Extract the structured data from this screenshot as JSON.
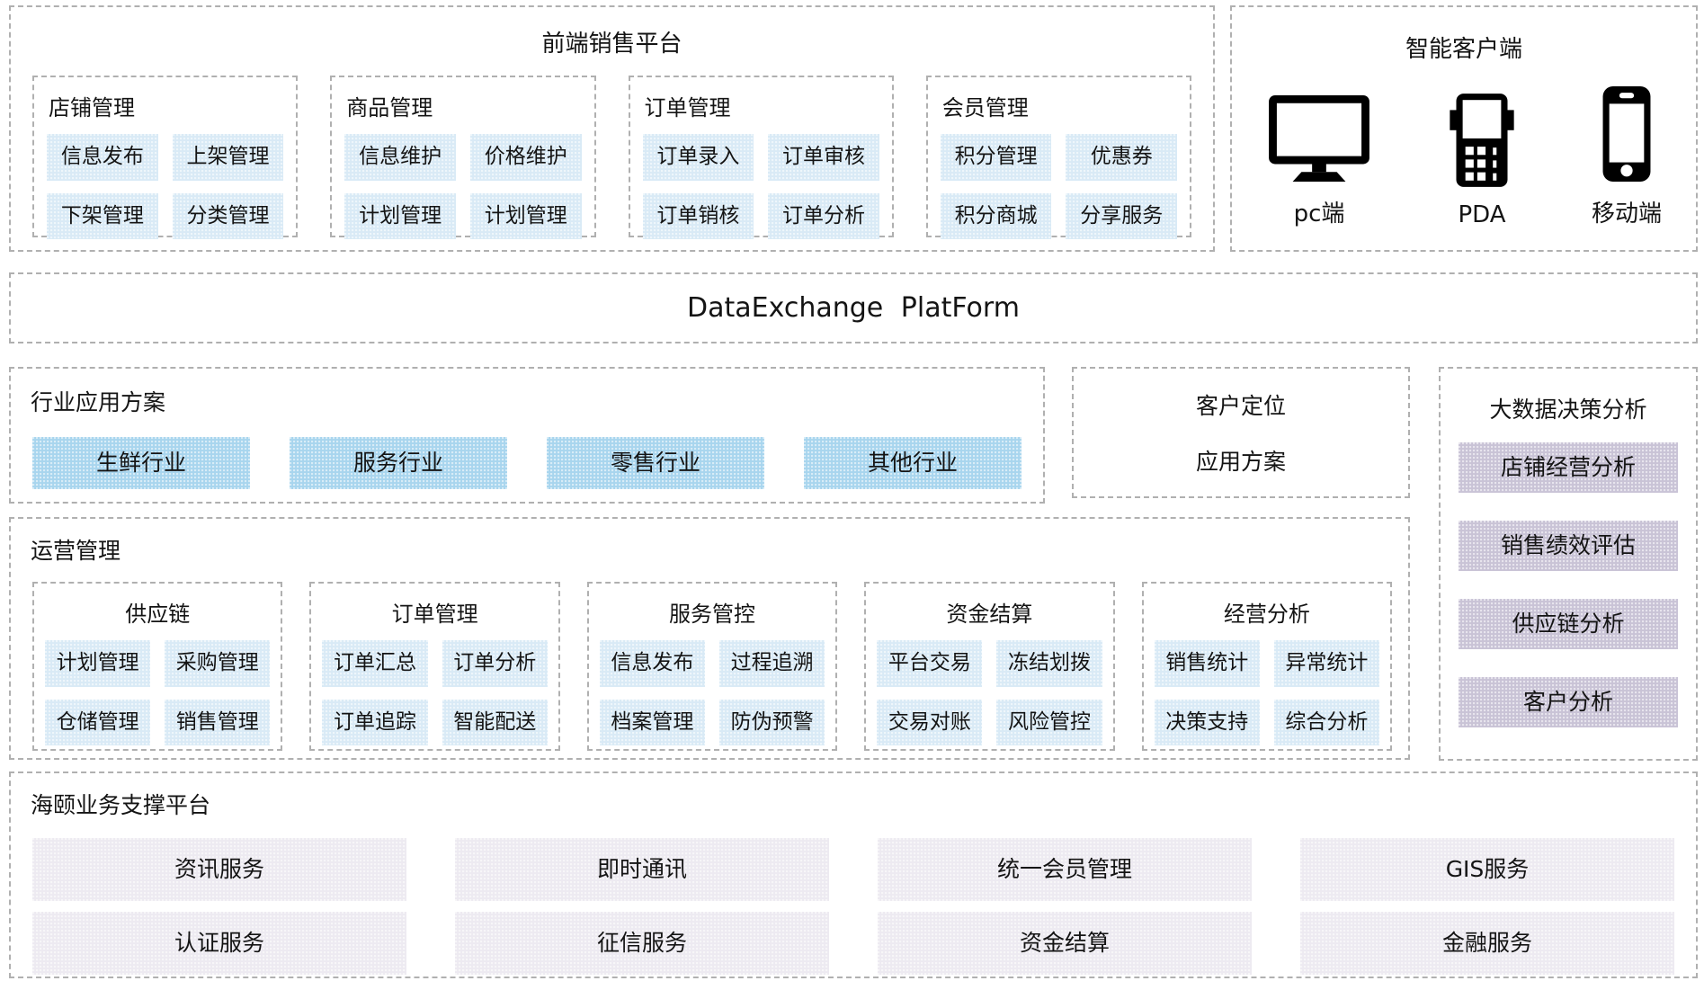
{
  "colors": {
    "chip_blue": "#d9eaf6",
    "chip_strong_blue": "#a8d5ee",
    "chip_lavender": "#c9c3d6",
    "cell_pale_lavender": "#edeaf1",
    "dashed_border": "#b0b0b0",
    "text": "#141414"
  },
  "frontend_platform": {
    "title": "前端销售平台",
    "groups": [
      {
        "title": "店铺管理",
        "items": [
          "信息发布",
          "上架管理",
          "下架管理",
          "分类管理"
        ]
      },
      {
        "title": "商品管理",
        "items": [
          "信息维护",
          "价格维护",
          "计划管理",
          "计划管理"
        ]
      },
      {
        "title": "订单管理",
        "items": [
          "订单录入",
          "订单审核",
          "订单销核",
          "订单分析"
        ]
      },
      {
        "title": "会员管理",
        "items": [
          "积分管理",
          "优惠券",
          "积分商城",
          "分享服务"
        ]
      }
    ]
  },
  "smart_client": {
    "title": "智能客户端",
    "devices": [
      {
        "icon": "desktop-icon",
        "label": "pc端"
      },
      {
        "icon": "pda-icon",
        "label": "PDA"
      },
      {
        "icon": "mobile-icon",
        "label": "移动端"
      }
    ]
  },
  "data_exchange": {
    "title": "DataExchange PlatForm"
  },
  "industry_solutions": {
    "title": "行业应用方案",
    "items": [
      "生鲜行业",
      "服务行业",
      "零售行业",
      "其他行业"
    ]
  },
  "customer_positioning": {
    "line1": "客户定位",
    "line2": "应用方案"
  },
  "bigdata_analysis": {
    "title": "大数据决策分析",
    "items": [
      "店铺经营分析",
      "销售绩效评估",
      "供应链分析",
      "客户分析"
    ]
  },
  "operations": {
    "title": "运营管理",
    "groups": [
      {
        "title": "供应链",
        "items": [
          "计划管理",
          "采购管理",
          "仓储管理",
          "销售管理"
        ]
      },
      {
        "title": "订单管理",
        "items": [
          "订单汇总",
          "订单分析",
          "订单追踪",
          "智能配送"
        ]
      },
      {
        "title": "服务管控",
        "items": [
          "信息发布",
          "过程追溯",
          "档案管理",
          "防伪预警"
        ]
      },
      {
        "title": "资金结算",
        "items": [
          "平台交易",
          "冻结划拨",
          "交易对账",
          "风险管控"
        ]
      },
      {
        "title": "经营分析",
        "items": [
          "销售统计",
          "异常统计",
          "决策支持",
          "综合分析"
        ]
      }
    ]
  },
  "support_platform": {
    "title": "海颐业务支撑平台",
    "items": [
      "资讯服务",
      "即时通讯",
      "统一会员管理",
      "GIS服务",
      "认证服务",
      "征信服务",
      "资金结算",
      "金融服务"
    ]
  }
}
